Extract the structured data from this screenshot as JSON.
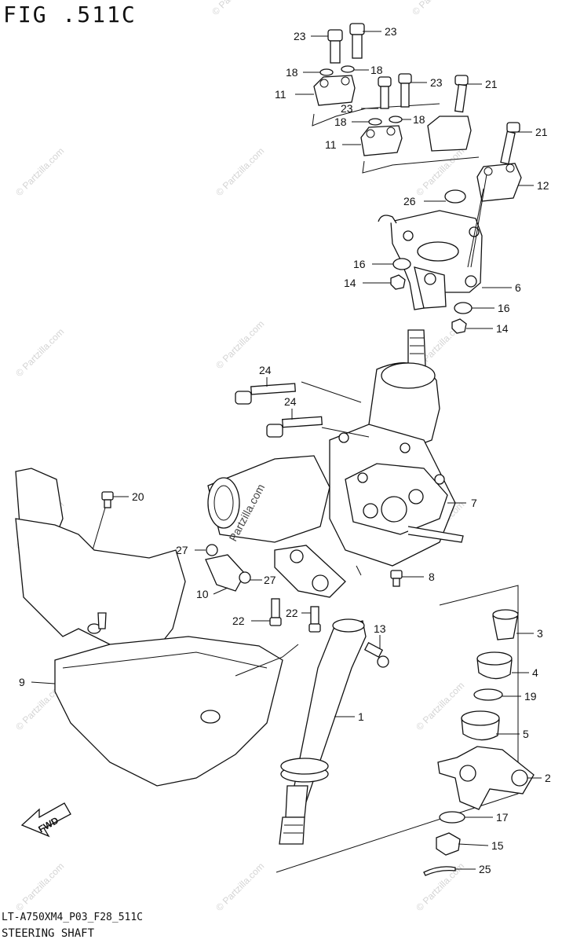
{
  "figure": {
    "title": "FIG .511C",
    "diagram_code": "LT-A750XM4_P03_F28_511C",
    "caption": "STEERING SHAFT",
    "watermark": "© Partzilla.com",
    "center_watermark": "Partzilla.com",
    "fwd_label": "FWD"
  },
  "callouts": [
    {
      "id": "c23a",
      "text": "23"
    },
    {
      "id": "c23b",
      "text": "23"
    },
    {
      "id": "c18a",
      "text": "18"
    },
    {
      "id": "c18b",
      "text": "18"
    },
    {
      "id": "c11a",
      "text": "11"
    },
    {
      "id": "c23c",
      "text": "23"
    },
    {
      "id": "c21a",
      "text": "21"
    },
    {
      "id": "c23d",
      "text": "23"
    },
    {
      "id": "c18c",
      "text": "18"
    },
    {
      "id": "c18d",
      "text": "18"
    },
    {
      "id": "c21b",
      "text": "21"
    },
    {
      "id": "c11b",
      "text": "11"
    },
    {
      "id": "c12",
      "text": "12"
    },
    {
      "id": "c26",
      "text": "26"
    },
    {
      "id": "c16a",
      "text": "16"
    },
    {
      "id": "c14a",
      "text": "14"
    },
    {
      "id": "c6",
      "text": "6"
    },
    {
      "id": "c16b",
      "text": "16"
    },
    {
      "id": "c14b",
      "text": "14"
    },
    {
      "id": "c24a",
      "text": "24"
    },
    {
      "id": "c24b",
      "text": "24"
    },
    {
      "id": "c20",
      "text": "20"
    },
    {
      "id": "c7",
      "text": "7"
    },
    {
      "id": "c27a",
      "text": "27"
    },
    {
      "id": "c27b",
      "text": "27"
    },
    {
      "id": "c10",
      "text": "10"
    },
    {
      "id": "c8",
      "text": "8"
    },
    {
      "id": "c22a",
      "text": "22"
    },
    {
      "id": "c22b",
      "text": "22"
    },
    {
      "id": "c13",
      "text": "13"
    },
    {
      "id": "c3",
      "text": "3"
    },
    {
      "id": "c9",
      "text": "9"
    },
    {
      "id": "c4",
      "text": "4"
    },
    {
      "id": "c19",
      "text": "19"
    },
    {
      "id": "c1",
      "text": "1"
    },
    {
      "id": "c5",
      "text": "5"
    },
    {
      "id": "c2",
      "text": "2"
    },
    {
      "id": "c17",
      "text": "17"
    },
    {
      "id": "c15",
      "text": "15"
    },
    {
      "id": "c25",
      "text": "25"
    }
  ]
}
